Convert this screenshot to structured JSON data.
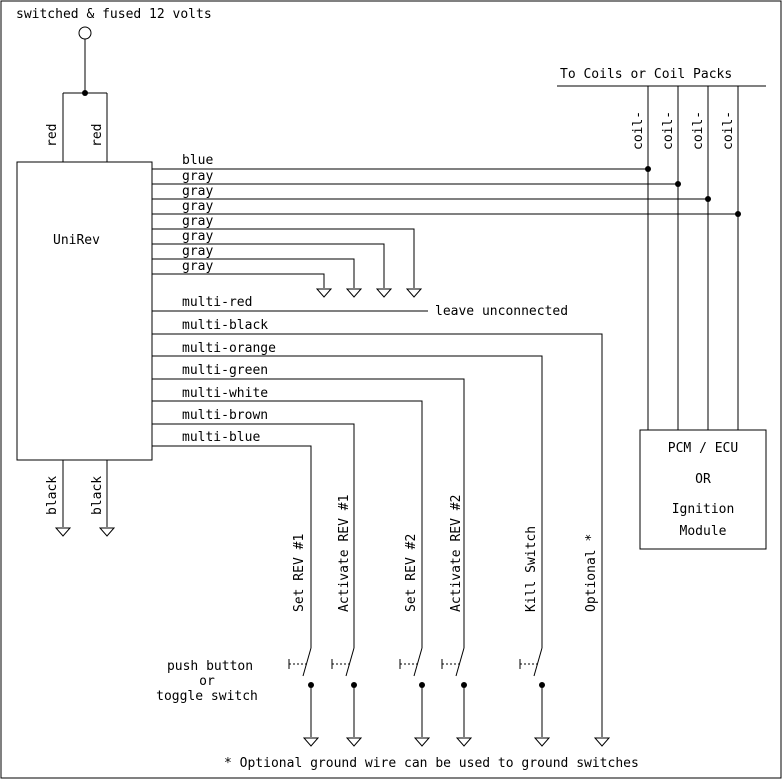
{
  "supply": {
    "label": "switched & fused 12 volts"
  },
  "module": {
    "label": "UniRev",
    "power_wires": [
      "red",
      "red"
    ],
    "ground_wires": [
      "black",
      "black"
    ]
  },
  "coils": {
    "header": "To Coils or Coil Packs",
    "labels": [
      "coil-",
      "coil-",
      "coil-",
      "coil-"
    ]
  },
  "wires": [
    "blue",
    "gray",
    "gray",
    "gray",
    "gray",
    "gray",
    "gray",
    "gray"
  ],
  "multi_wires": [
    "multi-red",
    "multi-black",
    "multi-orange",
    "multi-green",
    "multi-white",
    "multi-brown",
    "multi-blue"
  ],
  "unconnected_label": "leave unconnected",
  "ecu": {
    "line1": "PCM / ECU",
    "line2": "OR",
    "line3": "Ignition",
    "line4": "Module"
  },
  "switch_labels": [
    "Set REV #1",
    "Activate REV #1",
    "Set REV #2",
    "Activate REV #2",
    "Kill Switch",
    "Optional *"
  ],
  "switch_note": {
    "line1": "push button",
    "line2": "or",
    "line3": "toggle switch"
  },
  "footnote": "* Optional ground wire can be used to ground switches"
}
